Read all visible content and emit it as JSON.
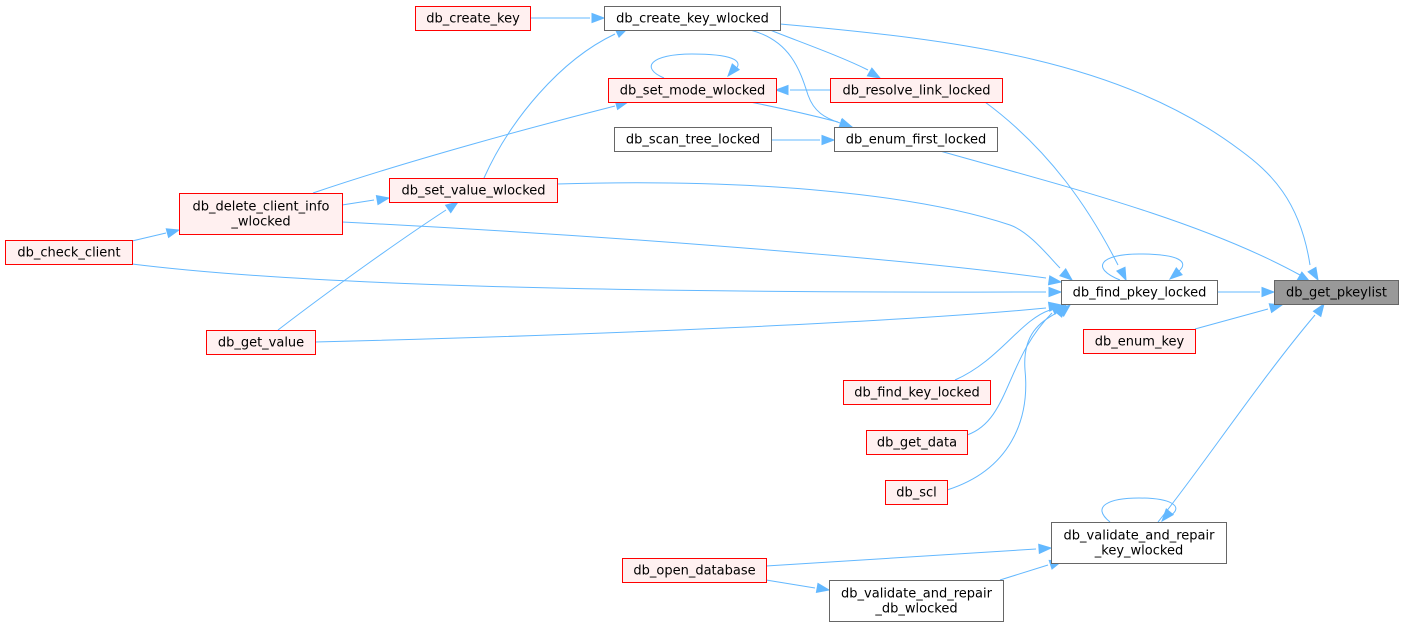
{
  "diagram": {
    "type": "call-graph",
    "colors": {
      "edge": "#63b8ff",
      "truncated_node_border": "#ff0000",
      "truncated_node_fill": "#fff0f0",
      "normal_node_border": "#666666",
      "normal_node_fill": "#ffffff",
      "target_node_fill": "#999999"
    },
    "nodes": [
      {
        "id": "db_create_key",
        "lines": [
          "db_create_key"
        ],
        "style": "truncated"
      },
      {
        "id": "db_create_key_wlocked",
        "lines": [
          "db_create_key_wlocked"
        ],
        "style": "normal"
      },
      {
        "id": "db_set_mode_wlocked",
        "lines": [
          "db_set_mode_wlocked"
        ],
        "style": "truncated"
      },
      {
        "id": "db_resolve_link_locked",
        "lines": [
          "db_resolve_link_locked"
        ],
        "style": "truncated"
      },
      {
        "id": "db_scan_tree_locked",
        "lines": [
          "db_scan_tree_locked"
        ],
        "style": "normal"
      },
      {
        "id": "db_enum_first_locked",
        "lines": [
          "db_enum_first_locked"
        ],
        "style": "normal"
      },
      {
        "id": "db_set_value_wlocked",
        "lines": [
          "db_set_value_wlocked"
        ],
        "style": "truncated"
      },
      {
        "id": "db_delete_client_info_wlocked",
        "lines": [
          "db_delete_client_info",
          "_wlocked"
        ],
        "style": "truncated"
      },
      {
        "id": "db_check_client",
        "lines": [
          "db_check_client"
        ],
        "style": "truncated"
      },
      {
        "id": "db_find_pkey_locked",
        "lines": [
          "db_find_pkey_locked"
        ],
        "style": "normal"
      },
      {
        "id": "db_get_pkeylist",
        "lines": [
          "db_get_pkeylist"
        ],
        "style": "target"
      },
      {
        "id": "db_get_value",
        "lines": [
          "db_get_value"
        ],
        "style": "truncated"
      },
      {
        "id": "db_enum_key",
        "lines": [
          "db_enum_key"
        ],
        "style": "truncated"
      },
      {
        "id": "db_find_key_locked",
        "lines": [
          "db_find_key_locked"
        ],
        "style": "truncated"
      },
      {
        "id": "db_get_data",
        "lines": [
          "db_get_data"
        ],
        "style": "truncated"
      },
      {
        "id": "db_scl",
        "lines": [
          "db_scl"
        ],
        "style": "truncated"
      },
      {
        "id": "db_validate_and_repair_key_wlocked",
        "lines": [
          "db_validate_and_repair",
          "_key_wlocked"
        ],
        "style": "normal"
      },
      {
        "id": "db_open_database",
        "lines": [
          "db_open_database"
        ],
        "style": "truncated"
      },
      {
        "id": "db_validate_and_repair_db_wlocked",
        "lines": [
          "db_validate_and_repair",
          "_db_wlocked"
        ],
        "style": "normal"
      }
    ],
    "edges": [
      {
        "from": "db_create_key",
        "to": "db_create_key_wlocked"
      },
      {
        "from": "db_create_key_wlocked",
        "to": "db_get_pkeylist"
      },
      {
        "from": "db_create_key_wlocked",
        "to": "db_resolve_link_locked"
      },
      {
        "from": "db_create_key_wlocked",
        "to": "db_enum_first_locked"
      },
      {
        "from": "db_set_mode_wlocked",
        "to": "db_set_mode_wlocked"
      },
      {
        "from": "db_resolve_link_locked",
        "to": "db_set_mode_wlocked"
      },
      {
        "from": "db_set_mode_wlocked",
        "to": "db_enum_first_locked"
      },
      {
        "from": "db_scan_tree_locked",
        "to": "db_enum_first_locked"
      },
      {
        "from": "db_enum_first_locked",
        "to": "db_get_pkeylist"
      },
      {
        "from": "db_resolve_link_locked",
        "to": "db_find_pkey_locked"
      },
      {
        "from": "db_set_value_wlocked",
        "to": "db_create_key_wlocked"
      },
      {
        "from": "db_delete_client_info_wlocked",
        "to": "db_set_mode_wlocked"
      },
      {
        "from": "db_delete_client_info_wlocked",
        "to": "db_set_value_wlocked"
      },
      {
        "from": "db_check_client",
        "to": "db_delete_client_info_wlocked"
      },
      {
        "from": "db_set_value_wlocked",
        "to": "db_find_pkey_locked"
      },
      {
        "from": "db_delete_client_info_wlocked",
        "to": "db_find_pkey_locked"
      },
      {
        "from": "db_check_client",
        "to": "db_find_pkey_locked"
      },
      {
        "from": "db_find_pkey_locked",
        "to": "db_find_pkey_locked"
      },
      {
        "from": "db_find_pkey_locked",
        "to": "db_get_pkeylist"
      },
      {
        "from": "db_get_value",
        "to": "db_set_value_wlocked"
      },
      {
        "from": "db_get_value",
        "to": "db_find_pkey_locked"
      },
      {
        "from": "db_enum_key",
        "to": "db_get_pkeylist"
      },
      {
        "from": "db_find_key_locked",
        "to": "db_find_pkey_locked"
      },
      {
        "from": "db_get_data",
        "to": "db_find_pkey_locked"
      },
      {
        "from": "db_scl",
        "to": "db_find_pkey_locked"
      },
      {
        "from": "db_validate_and_repair_key_wlocked",
        "to": "db_validate_and_repair_key_wlocked"
      },
      {
        "from": "db_validate_and_repair_key_wlocked",
        "to": "db_get_pkeylist"
      },
      {
        "from": "db_open_database",
        "to": "db_validate_and_repair_key_wlocked"
      },
      {
        "from": "db_open_database",
        "to": "db_validate_and_repair_db_wlocked"
      },
      {
        "from": "db_validate_and_repair_db_wlocked",
        "to": "db_validate_and_repair_key_wlocked"
      }
    ]
  }
}
